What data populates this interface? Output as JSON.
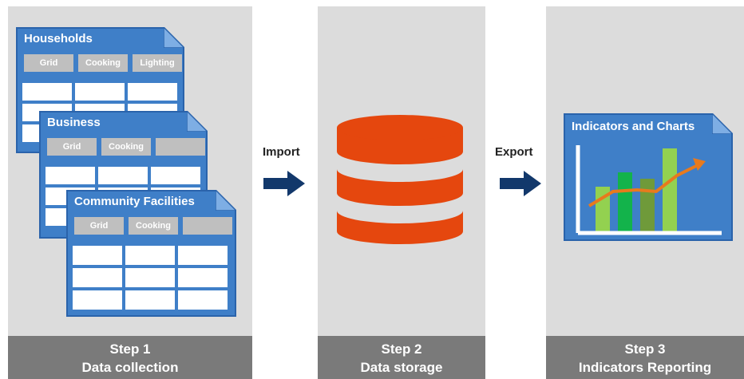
{
  "steps": [
    {
      "step": "Step 1",
      "title": "Data collection"
    },
    {
      "step": "Step 2",
      "title": "Data storage"
    },
    {
      "step": "Step 3",
      "title": "Indicators Reporting"
    }
  ],
  "tables": [
    {
      "title": "Households",
      "headers": [
        "Grid",
        "Cooking",
        "Lighting"
      ]
    },
    {
      "title": "Business",
      "headers": [
        "Grid",
        "Cooking",
        ""
      ]
    },
    {
      "title": "Community Facilities",
      "headers": [
        "Grid",
        "Cooking",
        ""
      ]
    }
  ],
  "arrows": {
    "import": "Import",
    "export": "Export"
  },
  "chart": {
    "title": "Indicators and Charts"
  },
  "colors": {
    "panel": "#dcdcdc",
    "footer": "#7a7a7a",
    "card": "#3f7fc8",
    "database": "#e5470e",
    "arrow": "#12386b",
    "trend": "#e87a1d"
  }
}
